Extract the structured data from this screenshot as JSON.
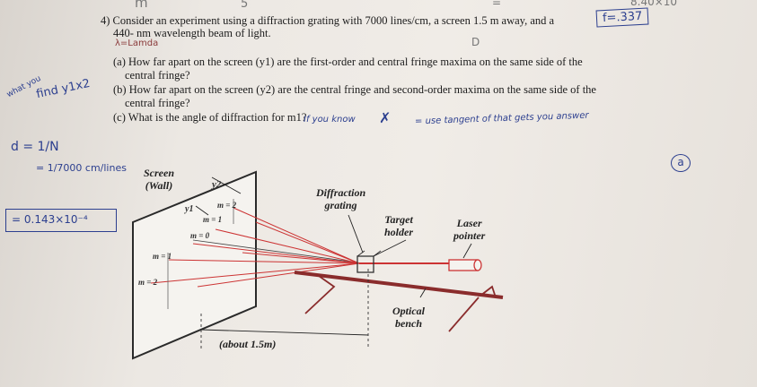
{
  "scribbles_top": {
    "m": "m",
    "five": "5",
    "eq": "=",
    "frac": "8.40×10"
  },
  "question": {
    "number": "4)",
    "text_line1": "Consider an experiment using a diffraction grating with 7000 lines/cm, a screen 1.5 m away, and a",
    "text_line2": "440- nm wavelength beam of light.",
    "part_a_line1": "(a) How far apart on the screen  (y1) are the first-order and central fringe maxima on the same side of the",
    "part_a_line2": "central fringe?",
    "part_b_line1": "(b)  How far apart on the screen  (y2) are the central fringe and second-order maxima on the same side of the",
    "part_b_line2": "central fringe?",
    "part_c": "(c) What is the angle of diffraction for m1?"
  },
  "handwriting": {
    "f_value": "f=.337",
    "lambda_note": "λ=Lamda",
    "d_note": "D",
    "what_you": "what you",
    "find_y1y2": "find y1x2",
    "if_you_know": "If you know",
    "use_tangent": "= use tangent of that gets you answer",
    "d_eq": "d = 1/N",
    "d_cm": "= 1/7000 cm/lines",
    "d_value": "= 0.143×10⁻⁴",
    "circle_a": "a"
  },
  "diagram": {
    "screen_label_1": "Screen",
    "screen_label_2": "(Wall)",
    "y2": "y2",
    "y1": "y1",
    "m_pos2": "m = 2",
    "m_pos1": "m = 1",
    "m_zero": "m = 0",
    "m_neg1": "m = 1",
    "m_neg2": "m = 2",
    "grating_1": "Diffraction",
    "grating_2": "grating",
    "holder_1": "Target",
    "holder_2": "holder",
    "laser_1": "Laser",
    "laser_2": "pointer",
    "bench_1": "Optical",
    "bench_2": "bench",
    "distance": "(about 1.5m)"
  }
}
